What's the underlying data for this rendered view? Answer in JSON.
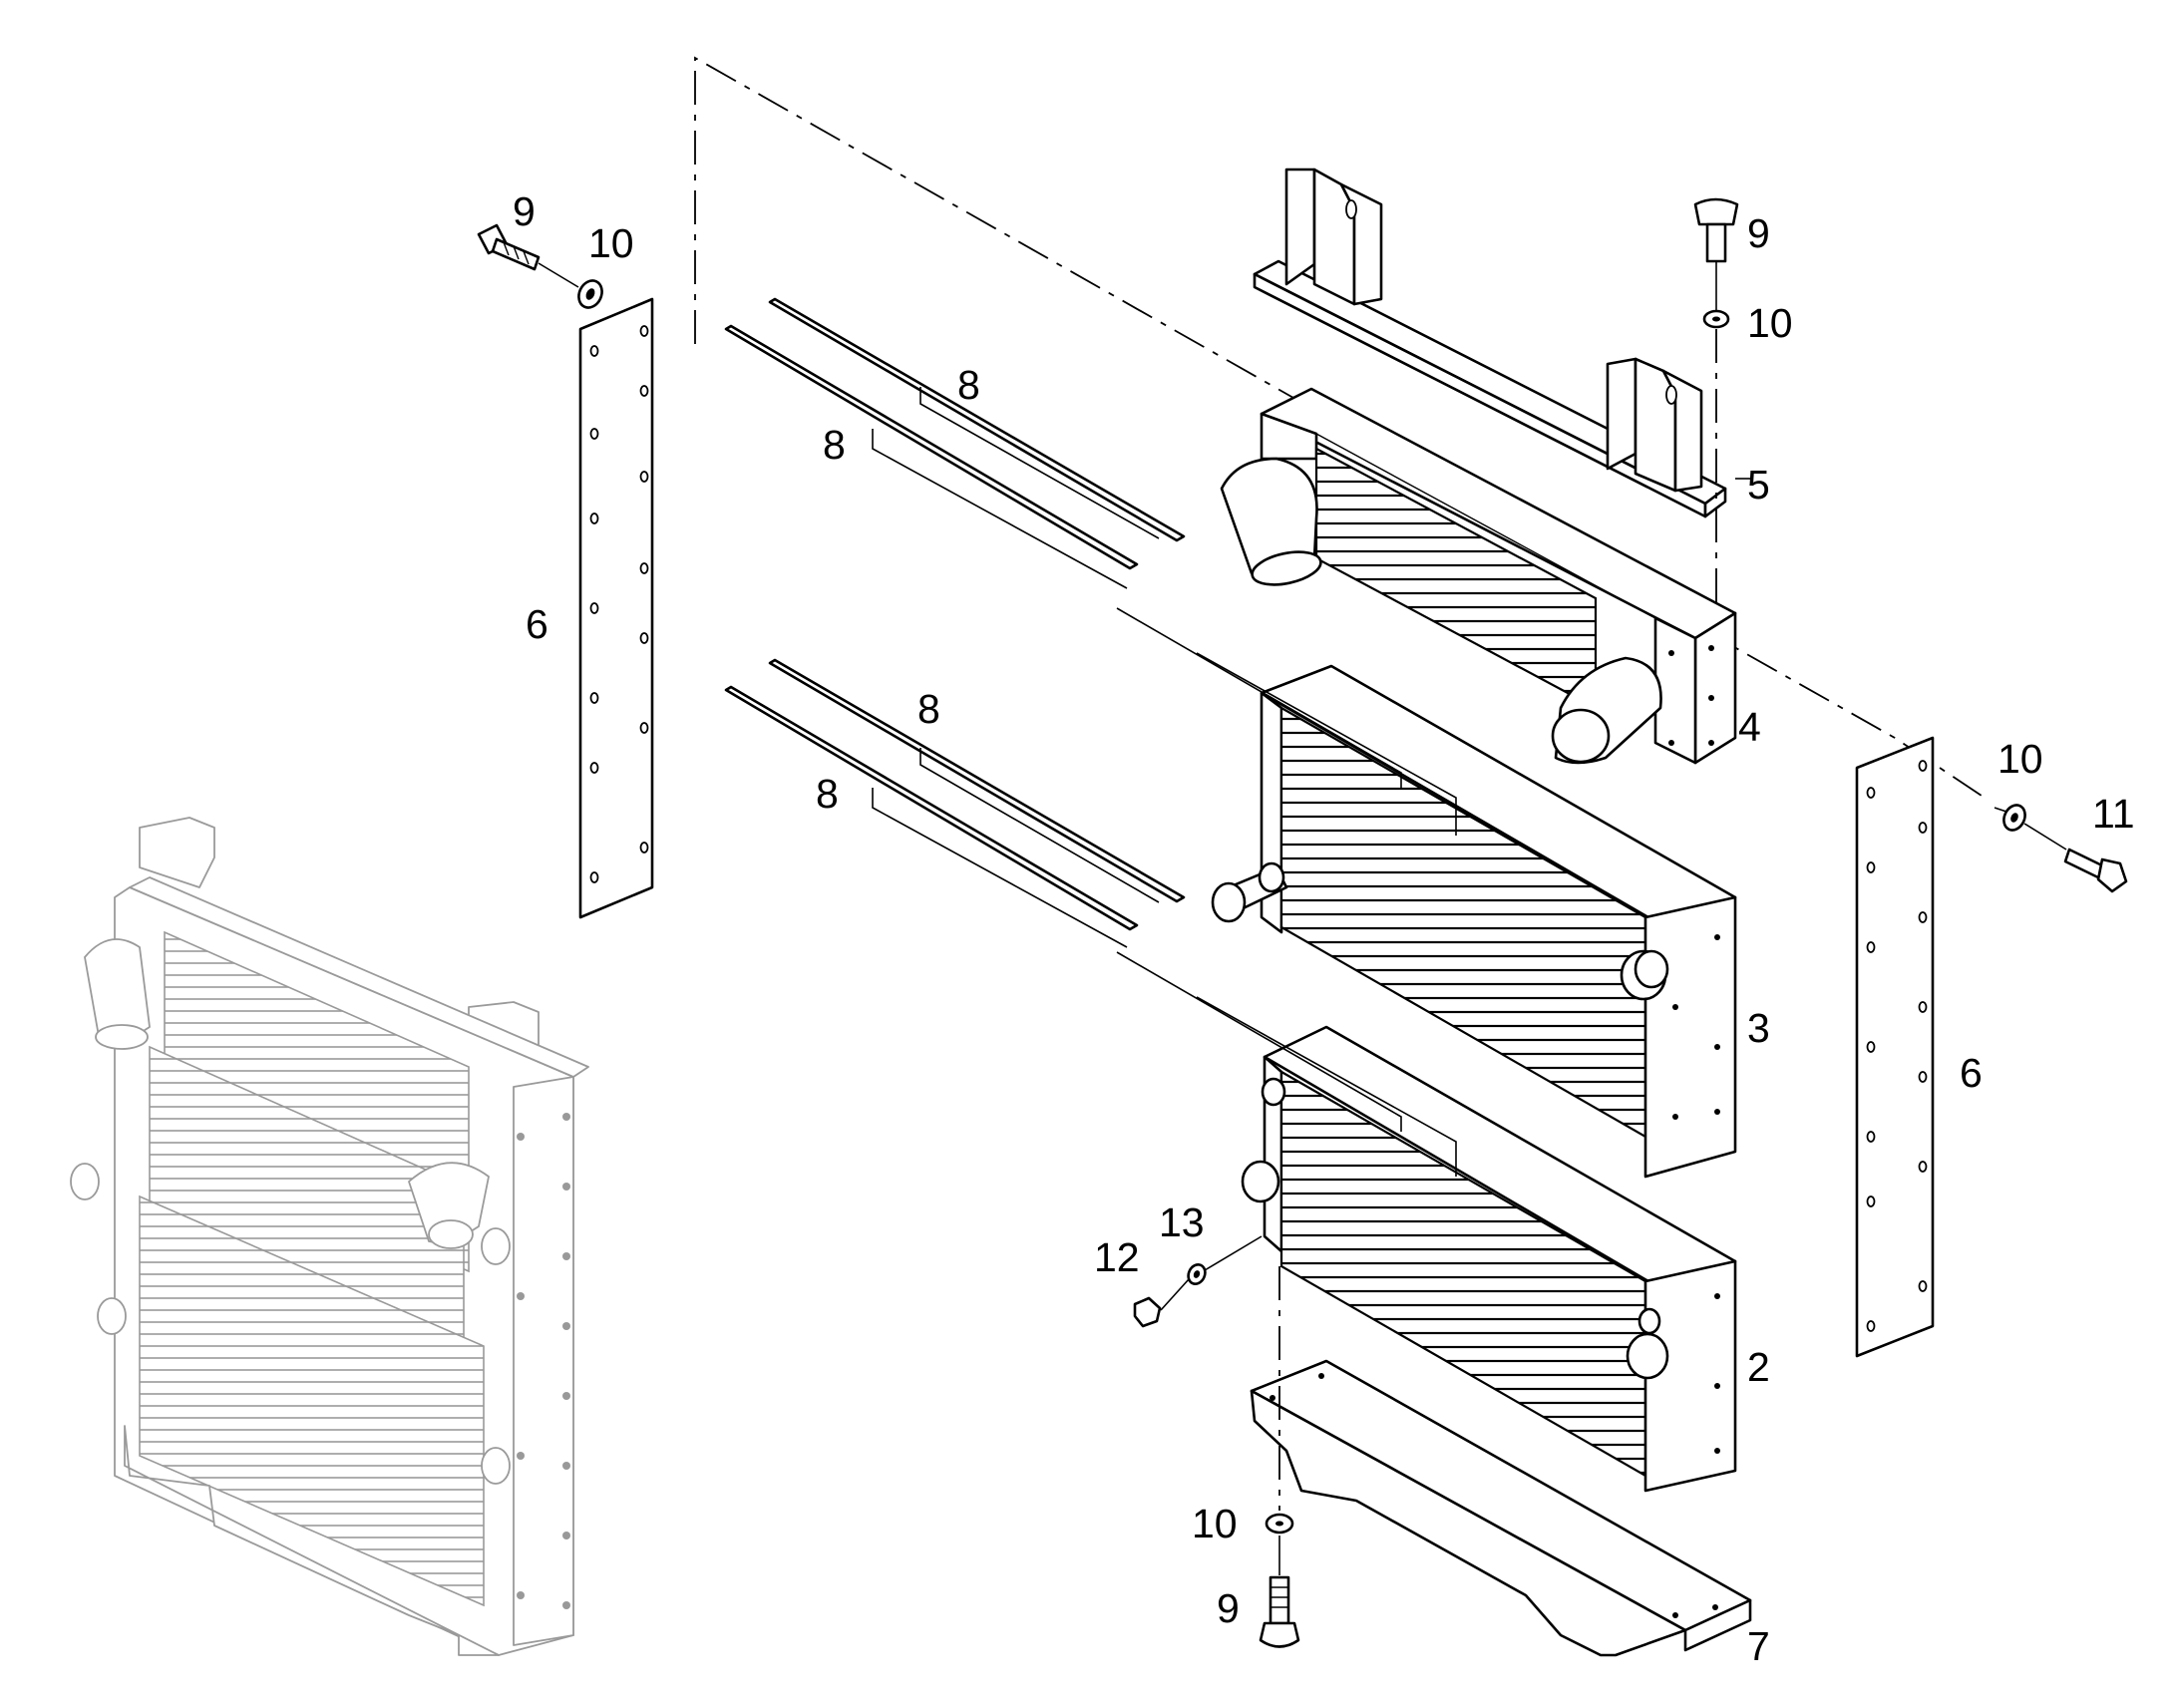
{
  "diagram": {
    "callouts": {
      "c9_top_left": "9",
      "c10_top_left": "10",
      "c9_top_right": "9",
      "c10_top_right": "10",
      "c5": "5",
      "c4": "4",
      "c8_a": "8",
      "c8_b": "8",
      "c8_c": "8",
      "c8_d": "8",
      "c6_left": "6",
      "c6_right": "6",
      "c3": "3",
      "c10_right": "10",
      "c11": "11",
      "c2": "2",
      "c12": "12",
      "c13": "13",
      "c10_bottom": "10",
      "c9_bottom": "9",
      "c7": "7"
    }
  }
}
